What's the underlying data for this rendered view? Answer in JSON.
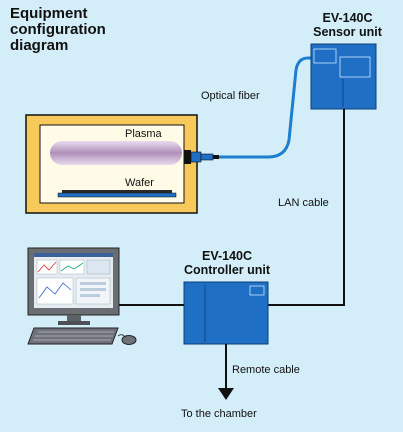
{
  "diagram": {
    "title": "Equipment\nconfiguration\ndiagram",
    "sensor_unit": "EV-140C\nSensor unit",
    "controller_unit": "EV-140C\nController unit",
    "labels": {
      "optical_fiber": "Optical fiber",
      "lan_cable": "LAN cable",
      "remote_cable": "Remote cable",
      "to_chamber": "To the chamber",
      "plasma": "Plasma",
      "wafer": "Wafer"
    }
  },
  "colors": {
    "background": "#d4eef9",
    "unit_blue": "#1f6fc4",
    "cable_blue": "#1e7ecf",
    "chamber_frame": "#f7c95a",
    "chamber_inner": "#fffbe6",
    "black": "#111111"
  }
}
